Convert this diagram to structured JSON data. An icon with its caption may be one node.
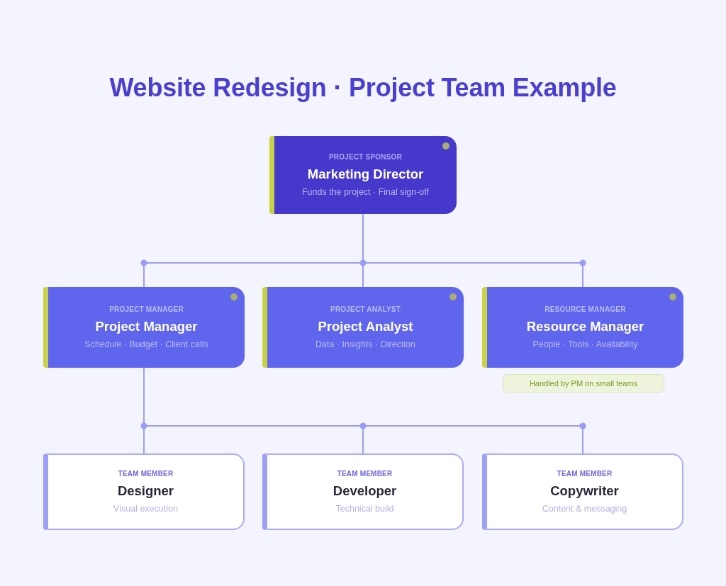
{
  "diagram": {
    "title": "Website Redesign · Project Team Example",
    "nodes": [
      {
        "text": [
          "PROJECT SPONSOR",
          "Marketing Director",
          "Funds the project · Final sign-off"
        ]
      },
      {
        "text": [
          "PROJECT MANAGER",
          "Project Manager",
          "Schedule · Budget · Client calls"
        ]
      },
      {
        "text": [
          "PROJECT ANALYST",
          "Project Analyst",
          "Data · Insights · Direction"
        ]
      },
      {
        "text": [
          "RESOURCE MANAGER",
          "Resource Manager",
          "People · Tools · Availability"
        ]
      },
      {
        "text": [
          "Handled by PM on small teams"
        ]
      },
      {
        "text": [
          "TEAM MEMBER",
          "Designer",
          "Visual execution"
        ]
      },
      {
        "text": [
          "TEAM MEMBER",
          "Developer",
          "Technical build"
        ]
      },
      {
        "text": [
          "TEAM MEMBER",
          "Copywriter",
          "Content & messaging"
        ]
      }
    ],
    "edges": [
      {
        "from": 0,
        "to": 1,
        "arrow": "none"
      },
      {
        "from": 0,
        "to": 2,
        "arrow": "none"
      },
      {
        "from": 0,
        "to": 3,
        "arrow": "none"
      },
      {
        "from": 1,
        "to": 5,
        "arrow": "none"
      },
      {
        "from": 1,
        "to": 6,
        "arrow": "none"
      },
      {
        "from": 1,
        "to": 7,
        "arrow": "none"
      }
    ]
  }
}
